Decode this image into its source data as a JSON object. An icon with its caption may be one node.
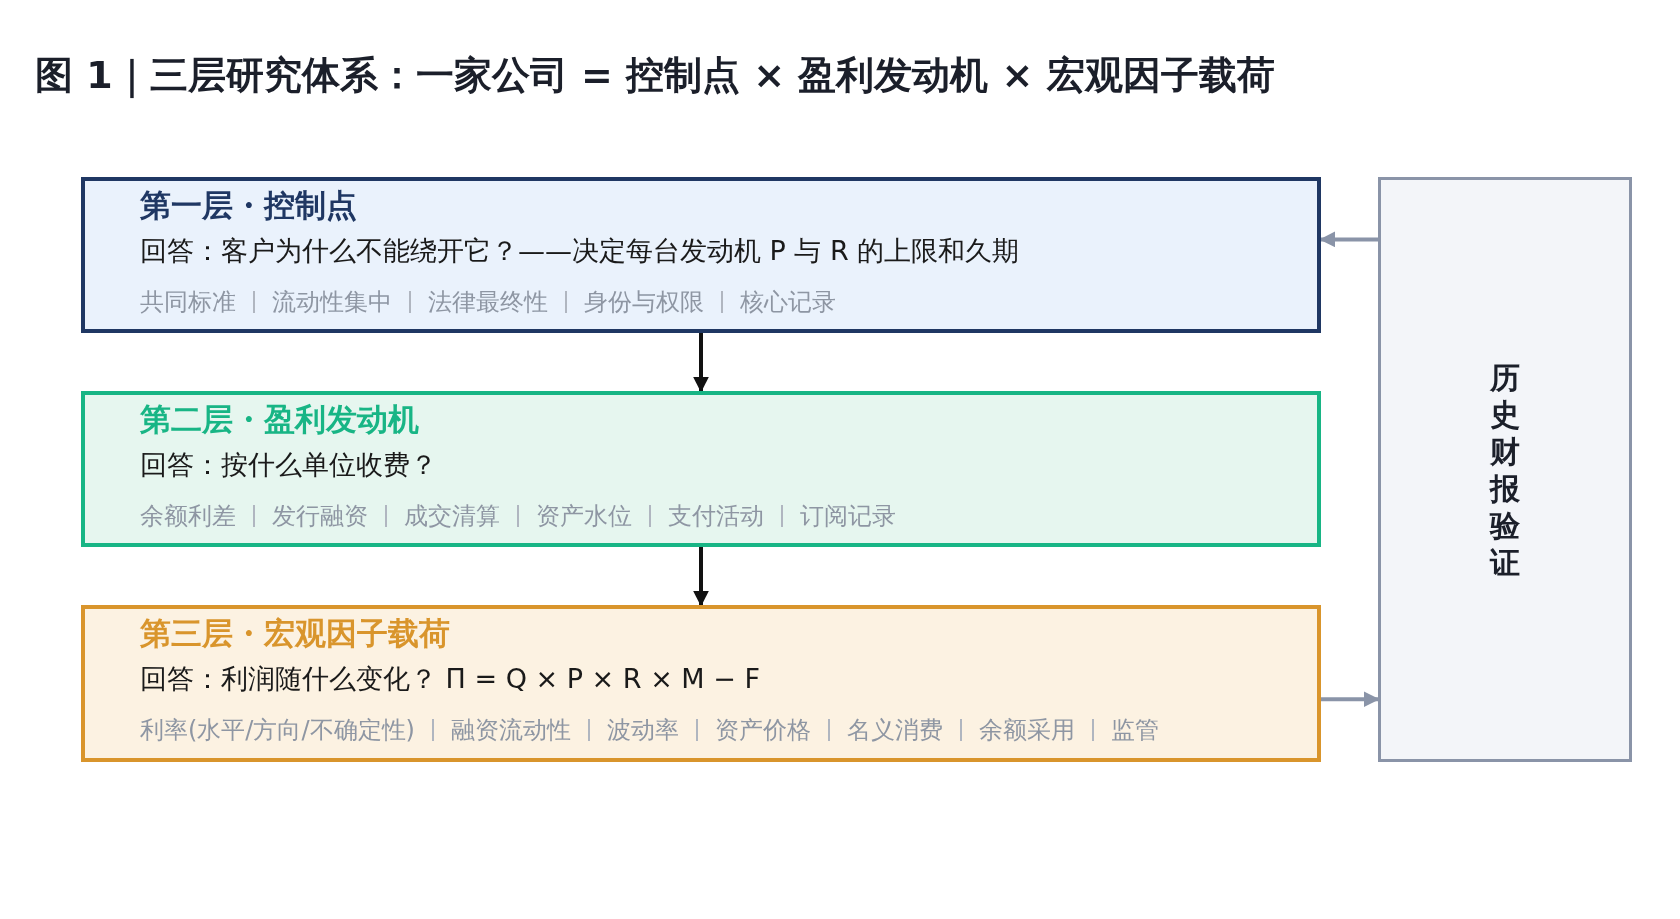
{
  "diagram": {
    "title": "图 1｜三层研究体系：一家公司 = 控制点 × 盈利发动机 × 宏观因子载荷",
    "nodes": [
      {
        "text": [
          "第一层・控制点",
          "回答：客户为什么不能绕开它？——决定每台发动机 P 与 R 的上限和久期",
          "共同标准",
          "流动性集中",
          "法律最终性",
          "身份与权限",
          "核心记录"
        ]
      },
      {
        "text": [
          "第二层・盈利发动机",
          "回答：按什么单位收费？",
          "余额利差",
          "发行融资",
          "成交清算",
          "资产水位",
          "支付活动",
          "订阅记录"
        ]
      },
      {
        "text": [
          "第三层・宏观因子载荷",
          "回答：利润随什么变化？ Π = Q × P × R × M − F",
          "利率(水平/方向/不确定性)",
          "融资流动性",
          "波动率",
          "资产价格",
          "名义消费",
          "余额采用",
          "监管"
        ]
      },
      {
        "text": [
          "历史财报验证"
        ]
      }
    ],
    "edges": [
      {
        "from": 0,
        "to": 1,
        "arrow": "to"
      },
      {
        "from": 1,
        "to": 2,
        "arrow": "to"
      },
      {
        "from": 3,
        "to": 0,
        "arrow": "to",
        "color": "#8a94a8"
      },
      {
        "from": 2,
        "to": 3,
        "arrow": "to",
        "color": "#8a94a8"
      }
    ]
  }
}
